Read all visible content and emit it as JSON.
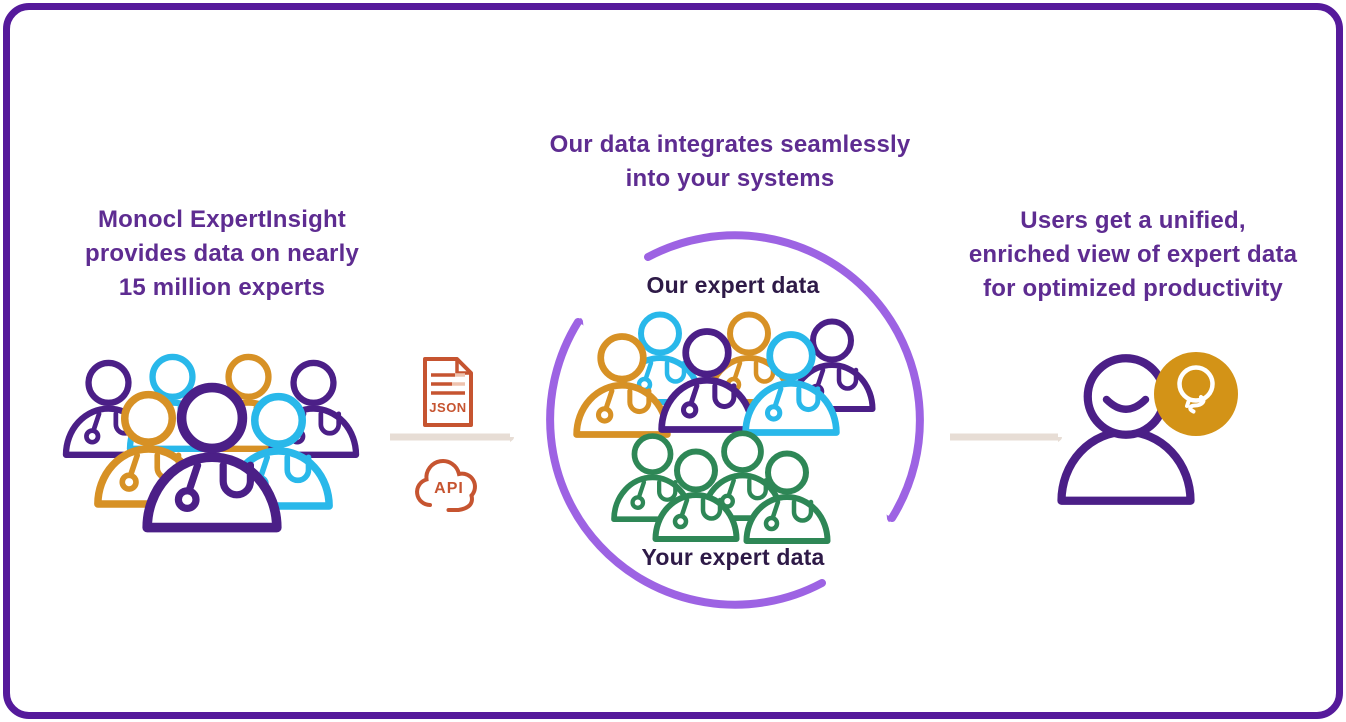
{
  "captions": {
    "left": {
      "lines": [
        "Monocl ExpertInsight",
        "provides data on nearly",
        "15 million experts"
      ]
    },
    "center": {
      "lines": [
        "Our data integrates seamlessly",
        "into your systems"
      ]
    },
    "right": {
      "lines": [
        "Users get a unified,",
        "enriched view of expert data",
        "for optimized productivity"
      ]
    }
  },
  "cycle": {
    "top_label": "Our expert data",
    "bottom_label": "Your expert data"
  },
  "icons": {
    "json_file": {
      "label": "JSON"
    },
    "api_cloud": {
      "label": "API"
    }
  },
  "colors": {
    "frame_purple": "#551a9b",
    "heading_purple": "#5e2c91",
    "cycle_label_dark": "#2e1a47",
    "cycle_arrow_purple": "#9d63e3",
    "person_purple": "#4b1f87",
    "person_cyan": "#29b8ea",
    "person_orange": "#d79125",
    "person_green": "#2e8756",
    "integration_rust": "#c65430",
    "integration_rust_light": "#eec2ae",
    "flow_arrow_beige": "#e7ddd5",
    "bulb_badge_orange": "#d39317"
  }
}
